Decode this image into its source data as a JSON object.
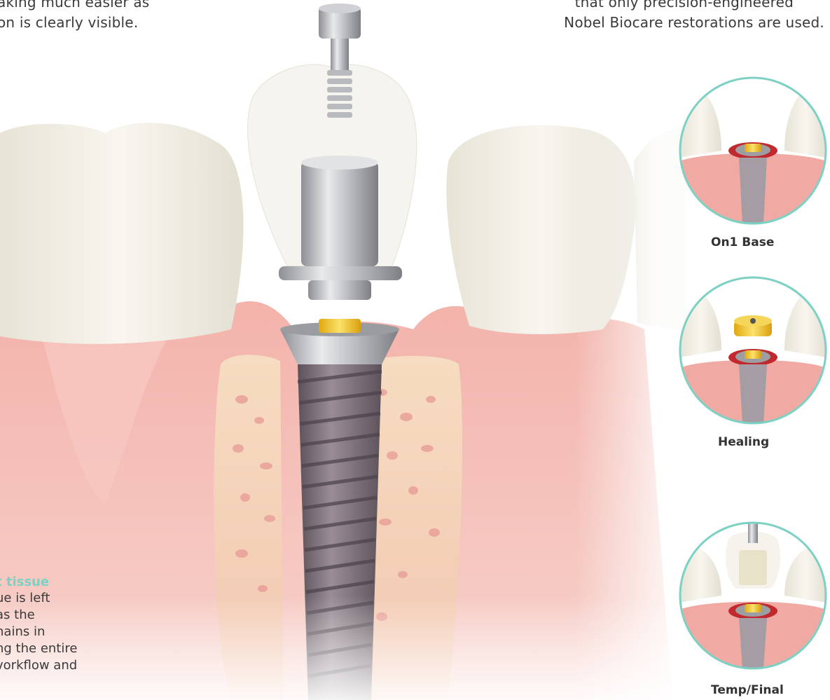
{
  "top_left_text": [
    "aking much easier as",
    "on is clearly visible."
  ],
  "top_right_text": [
    "that only precision-engineered",
    "Nobel Biocare restorations are used."
  ],
  "bottom_left_text": {
    "title": "t tissue",
    "lines": [
      "ue is left",
      "as the",
      "nains in",
      "ng the entire",
      "vorkflow and"
    ]
  },
  "steps": [
    {
      "label": "On1 Base"
    },
    {
      "label": "Healing"
    },
    {
      "label": "Temp/Final"
    }
  ],
  "colors": {
    "accent": "#7cd1c4",
    "gum": "#f1a9a2",
    "bone": "#f4d6b4",
    "implant": "#7a6d76",
    "gold": "#f2c52a",
    "tooth": "#f2efe6"
  }
}
